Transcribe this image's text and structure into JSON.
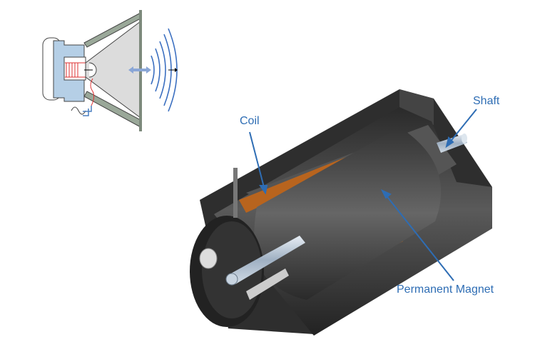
{
  "labels": {
    "coil": "Coil",
    "shaft": "Shaft",
    "magnet": "Permanent Magnet"
  },
  "colors": {
    "label": "#2e6db4",
    "body": "#3a3a3a",
    "coil": "#b8641e",
    "speaker_magnet": "#b5cfe6",
    "speaker_frame": "#9aa899"
  }
}
